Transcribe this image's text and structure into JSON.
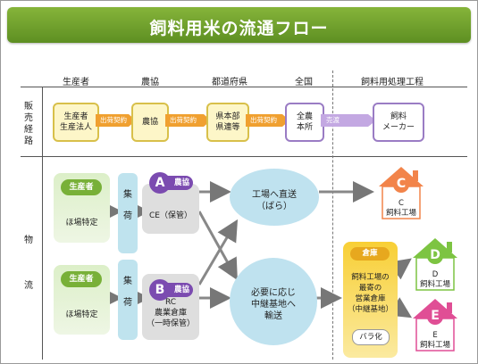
{
  "title": "飼料用米の流通フロー",
  "columns": [
    "生産者",
    "農協",
    "都道府県",
    "全国",
    "飼料用処理工程"
  ],
  "sections": {
    "sales": [
      "販",
      "売",
      "経",
      "路"
    ],
    "logistics": [
      "物",
      "流"
    ]
  },
  "sales_route": {
    "producer": [
      "生産者",
      "生産法人"
    ],
    "jacoop": "農協",
    "prefecture": [
      "県本部",
      "県連等"
    ],
    "national": [
      "全農",
      "本所"
    ],
    "maker": [
      "飼料",
      "メーカー"
    ],
    "arrow_contract": "出荷契約",
    "arrow_sale": "売渡"
  },
  "logistics": {
    "producer_label": "生産者",
    "producer_sub": "ほ場特定",
    "shuka": [
      "集",
      "荷"
    ],
    "a": {
      "letter": "A",
      "chip": "農協",
      "desc": "CE（保管）"
    },
    "b": {
      "letter": "B",
      "chip": "農協",
      "desc": [
        "RC",
        "農業倉庫",
        "（一時保管）"
      ]
    },
    "direct": [
      "工場へ直送",
      "（ばら）"
    ],
    "relay": [
      "必要に応じ",
      "中継基地へ",
      "輸送"
    ],
    "warehouse": {
      "label": "倉庫",
      "desc": [
        "飼料工場の",
        "最寄の",
        "営業倉庫",
        "（中継基地）"
      ],
      "bulk": "バラ化"
    },
    "factories": [
      {
        "letter": "C",
        "label": [
          "C",
          "飼料工場"
        ],
        "color": "#f2844a"
      },
      {
        "letter": "D",
        "label": [
          "D",
          "飼料工場"
        ],
        "color": "#7dc442"
      },
      {
        "letter": "E",
        "label": [
          "E",
          "飼料工場"
        ],
        "color": "#e04e95"
      }
    ]
  }
}
